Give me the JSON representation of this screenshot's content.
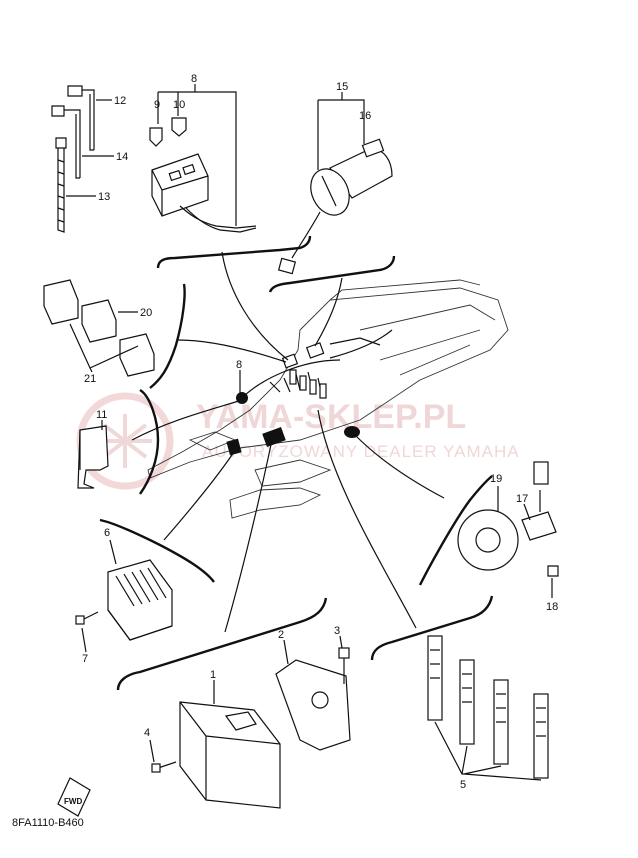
{
  "watermark": {
    "title": "YAMA-SKLEP.PL",
    "subtitle": "AUTORYZOWANY DEALER YAMAHA"
  },
  "diagram_code": "8FA1110-B460",
  "fwd_label": "FWD",
  "callouts": {
    "c1": "1",
    "c2": "2",
    "c3": "3",
    "c4": "4",
    "c5": "5",
    "c6": "6",
    "c7": "7",
    "c8": "8",
    "c8b": "8",
    "c9": "9",
    "c10": "10",
    "c11": "11",
    "c12": "12",
    "c13": "13",
    "c14": "14",
    "c15": "15",
    "c16": "16",
    "c17": "17",
    "c18": "18",
    "c19": "19",
    "c20": "20",
    "c21": "21"
  },
  "colors": {
    "line": "#111111",
    "watermark": "#e9c2c2"
  }
}
